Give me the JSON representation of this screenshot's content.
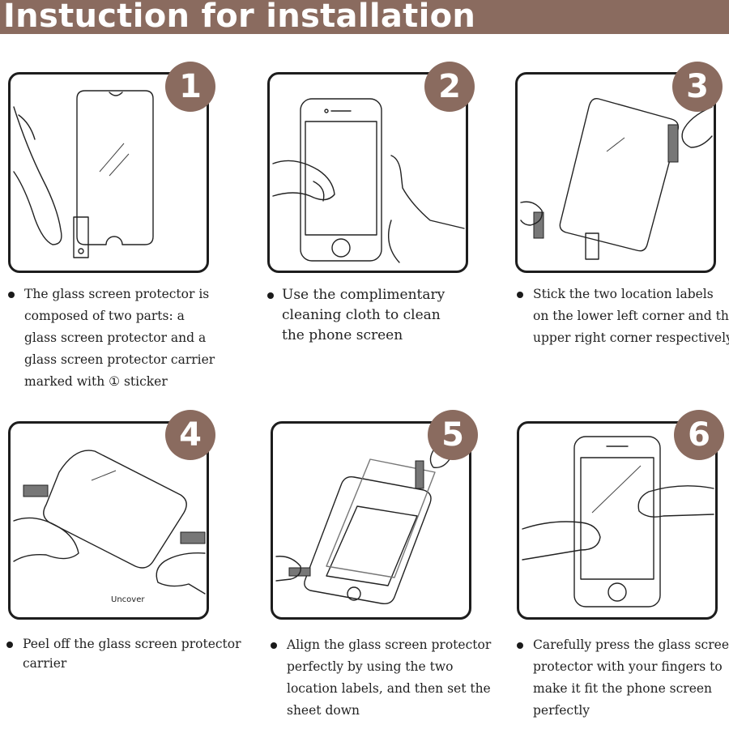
{
  "header": {
    "title": "Instuction for installation"
  },
  "steps": [
    {
      "number": "1",
      "lines": [
        "The glass screen protector is",
        "composed of two parts: a",
        "glass screen protector and a",
        "glass screen protector carrier",
        "marked with ① sticker"
      ]
    },
    {
      "number": "2",
      "lines": [
        "Use the complimentary",
        "cleaning cloth to clean",
        "the phone screen"
      ]
    },
    {
      "number": "3",
      "lines": [
        "Stick the two location labels",
        "on the lower left corner and the",
        "upper right corner respectively"
      ]
    },
    {
      "number": "4",
      "lines": [
        "Peel off the glass screen protector",
        "carrier"
      ],
      "illustration_label": "Uncover"
    },
    {
      "number": "5",
      "lines": [
        "Align the glass screen protector",
        "perfectly by using the two",
        "location labels, and then set the",
        "sheet down"
      ]
    },
    {
      "number": "6",
      "lines": [
        "Carefully press the glass screen",
        "protector with your fingers to",
        "make it fit the phone screen",
        "perfectly"
      ]
    }
  ],
  "colors": {
    "accent": "#8a6b5f",
    "outline": "#1d1d1d",
    "text": "#222222"
  }
}
